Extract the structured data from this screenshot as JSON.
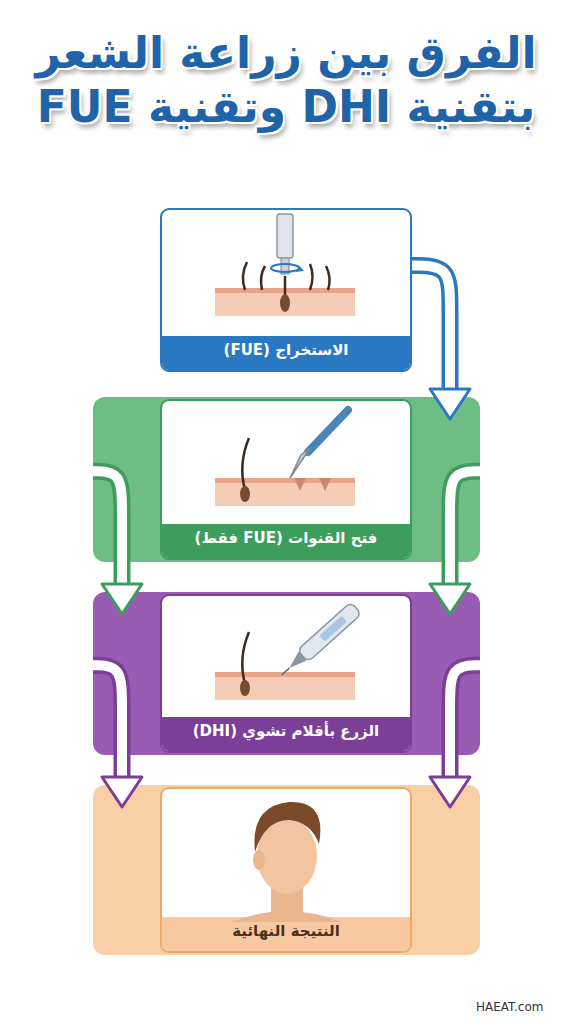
{
  "diagram": {
    "title": "الفرق بين زراعة الشعر بتقنية DHI وتقنية FUE",
    "nodes": [
      {
        "text": [
          "الاستخراج (FUE)"
        ]
      },
      {
        "text": [
          "فتح القنوات (FUE فقط)"
        ]
      },
      {
        "text": [
          "الزرع بأقلام تشوي (DHI)"
        ]
      },
      {
        "text": [
          "النتيجة النهائية"
        ]
      }
    ],
    "edges": [
      {
        "from": 0,
        "to": 1,
        "arrow": "to"
      },
      {
        "from": 1,
        "to": 2,
        "arrow": "to"
      },
      {
        "from": 1,
        "to": 2,
        "arrow": "to"
      },
      {
        "from": 2,
        "to": 3,
        "arrow": "to"
      },
      {
        "from": 2,
        "to": 3,
        "arrow": "to"
      }
    ],
    "labels": [
      "HAEAT.com"
    ]
  }
}
